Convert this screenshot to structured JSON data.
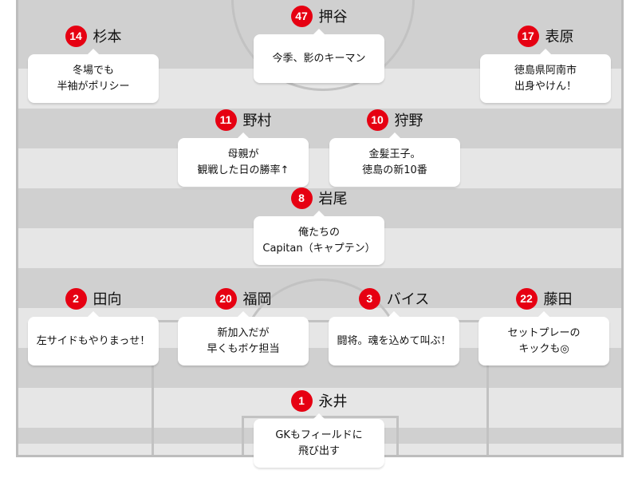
{
  "colors": {
    "badge": "#e60012",
    "stripe_light": "#e6e6e6",
    "stripe_dark": "#d0d0d0"
  },
  "players": [
    {
      "number": "47",
      "name": "押谷",
      "comment": [
        "今季、影のキーマン"
      ]
    },
    {
      "number": "14",
      "name": "杉本",
      "comment": [
        "冬場でも",
        "半袖がポリシー"
      ]
    },
    {
      "number": "17",
      "name": "表原",
      "comment": [
        "徳島県阿南市",
        "出身やけん！"
      ]
    },
    {
      "number": "11",
      "name": "野村",
      "comment": [
        "母親が",
        "観戦した日の勝率↑"
      ]
    },
    {
      "number": "10",
      "name": "狩野",
      "comment": [
        "金髪王子。",
        "徳島の新10番"
      ]
    },
    {
      "number": "8",
      "name": "岩尾",
      "comment": [
        "俺たちの",
        "Capitan（キャプテン）"
      ]
    },
    {
      "number": "2",
      "name": "田向",
      "comment": [
        "左サイドもやりまっせ！"
      ]
    },
    {
      "number": "20",
      "name": "福岡",
      "comment": [
        "新加入だが",
        "早くもボケ担当"
      ]
    },
    {
      "number": "3",
      "name": "バイス",
      "comment": [
        "闘将。魂を込めて叫ぶ！"
      ]
    },
    {
      "number": "22",
      "name": "藤田",
      "comment": [
        "セットプレーの",
        "キックも◎"
      ]
    },
    {
      "number": "1",
      "name": "永井",
      "comment": [
        "GKもフィールドに",
        "飛び出す"
      ]
    }
  ]
}
